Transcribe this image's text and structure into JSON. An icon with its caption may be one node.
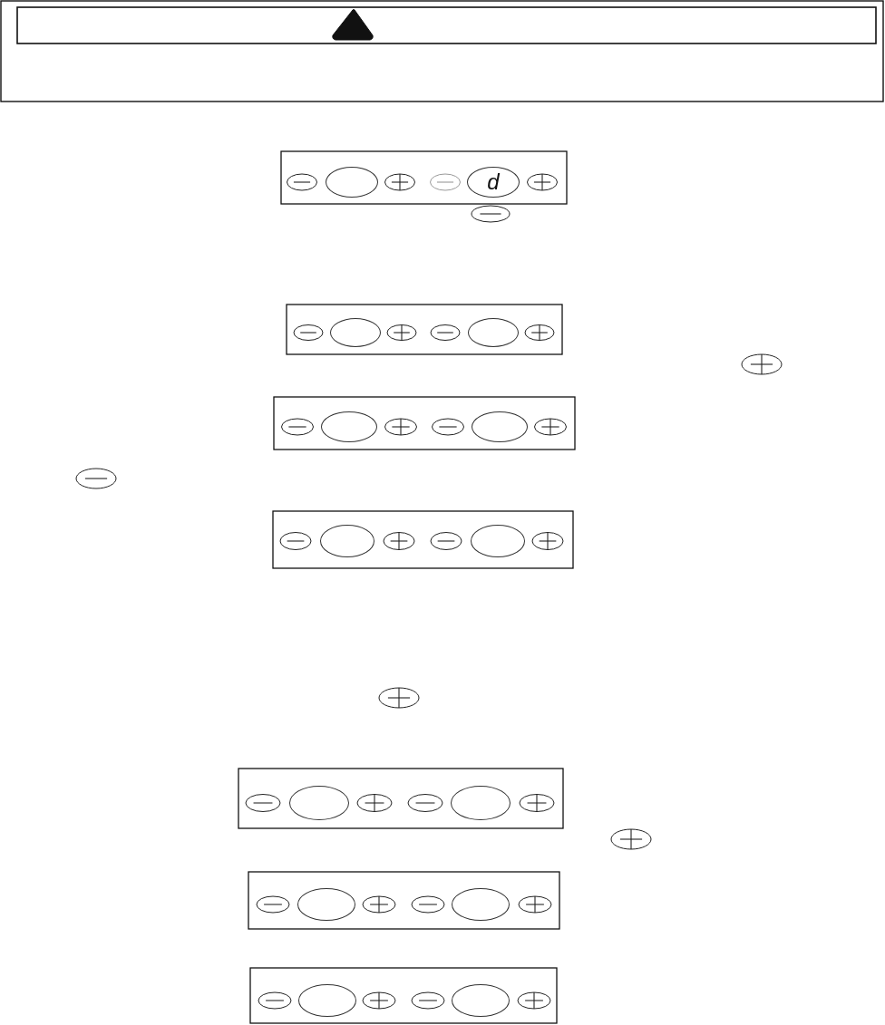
{
  "diagram": {
    "nodes": [
      {
        "text": [],
        "shape": "ellipse"
      },
      {
        "text": [
          "d"
        ]
      },
      {
        "text": [],
        "shape": "ellipse"
      },
      {
        "text": [],
        "shape": "ellipse"
      },
      {
        "text": [],
        "shape": "ellipse"
      },
      {
        "text": [],
        "shape": "ellipse"
      },
      {
        "text": [],
        "shape": "ellipse"
      },
      {
        "text": [],
        "shape": "ellipse"
      },
      {
        "text": [],
        "shape": "ellipse"
      },
      {
        "text": [],
        "shape": "ellipse"
      },
      {
        "text": [],
        "shape": "ellipse"
      },
      {
        "text": [],
        "shape": "ellipse"
      },
      {
        "text": [],
        "shape": "ellipse"
      },
      {
        "text": [],
        "shape": "ellipse"
      }
    ]
  }
}
